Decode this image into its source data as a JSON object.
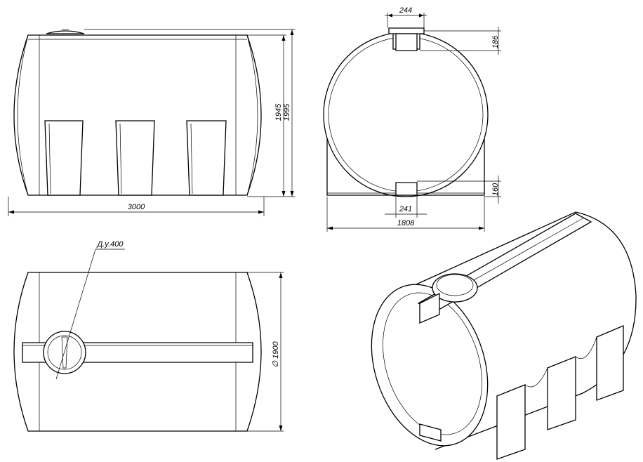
{
  "dimensions": {
    "length": "3000",
    "height_body": "1945",
    "height_total": "1995",
    "width_front": "1808",
    "hatch_top": "244",
    "bracket_top": "186",
    "bracket_bottom": "160",
    "foot_bottom": "241",
    "diameter": "∅ 1900",
    "hatch_label": "Д.у.400"
  },
  "colors": {
    "line": "#000000",
    "background": "#ffffff"
  }
}
